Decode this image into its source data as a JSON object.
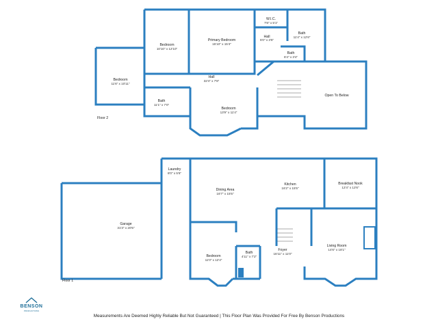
{
  "floors": [
    {
      "name": "Floor 2",
      "rooms": [
        {
          "id": "bedroom-a",
          "name": "Bedroom",
          "dims": "10'10\" x 12'10\""
        },
        {
          "id": "primary",
          "name": "Primary Bedroom",
          "dims": "15'10\" x 15'4\""
        },
        {
          "id": "wic",
          "name": "W.I.C.",
          "dims": "7'8\" x 5'1\""
        },
        {
          "id": "hall-small",
          "name": "Hall",
          "dims": "5'0\" x 3'5\""
        },
        {
          "id": "bath-a",
          "name": "Bath",
          "dims": "11'4\" x 12'6\""
        },
        {
          "id": "bath-b",
          "name": "Bath",
          "dims": "6'4\" x 3'4\""
        },
        {
          "id": "bedroom-b",
          "name": "Bedroom",
          "dims": "11'6\" x 10'11\""
        },
        {
          "id": "hall",
          "name": "Hall",
          "dims": "32'4\" x 7'8\""
        },
        {
          "id": "open",
          "name": "Open To Below",
          "dims": ""
        },
        {
          "id": "bath-c",
          "name": "Bath",
          "dims": "11'1\" x 7'0\""
        },
        {
          "id": "bedroom-c",
          "name": "Bedroom",
          "dims": "13'9\" x 11'4\""
        }
      ]
    },
    {
      "name": "Floor 1",
      "rooms": [
        {
          "id": "laundry",
          "name": "Laundry",
          "dims": "8'0\" x 5'6\""
        },
        {
          "id": "breakfast",
          "name": "Breakfast Nook",
          "dims": "12'4\" x 12'6\""
        },
        {
          "id": "dining",
          "name": "Dining Area",
          "dims": "16'7\" x 15'5\""
        },
        {
          "id": "kitchen",
          "name": "Kitchen",
          "dims": "16'2\" x 15'5\""
        },
        {
          "id": "garage",
          "name": "Garage",
          "dims": "31'3\" x 20'5\""
        },
        {
          "id": "living",
          "name": "Living Room",
          "dims": "14'6\" x 18'1\""
        },
        {
          "id": "foyer",
          "name": "Foyer",
          "dims": "16'11\" x 11'0\""
        },
        {
          "id": "bath-d",
          "name": "Bath",
          "dims": "4'11\" x 7'2\""
        },
        {
          "id": "bedroom-d",
          "name": "Bedroom",
          "dims": "11'0\" x 12'4\""
        }
      ]
    }
  ],
  "brand": {
    "name": "BENSON",
    "sub": "PRODUCTIONS"
  },
  "footer": "Measurements Are Deemed Highly Reliable But Not Guaranteed | This Floor Plan Was Provided For Free By Benson Productions",
  "colors": {
    "wall": "#2b7fc0",
    "brand": "#1f6f99"
  },
  "icons": [
    "house-logo-icon"
  ]
}
